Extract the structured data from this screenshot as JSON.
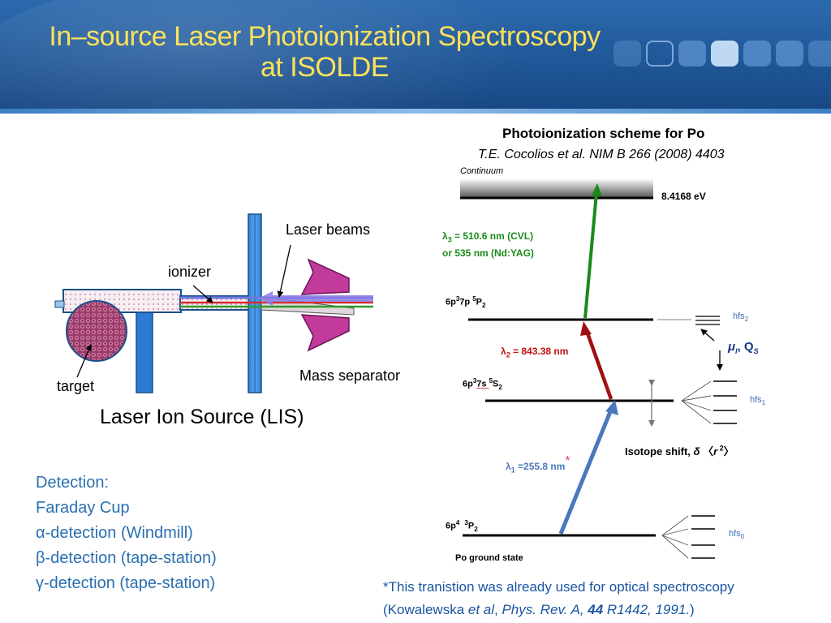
{
  "slide": {
    "title_line1": "In–source Laser Photoionization Spectroscopy",
    "title_line2": "at ISOLDE"
  },
  "lis_diagram": {
    "label_laser_beams": "Laser beams",
    "label_ionizer": "ionizer",
    "label_target": "target",
    "label_mass_separator": "Mass separator",
    "caption": "Laser Ion Source (LIS)"
  },
  "scheme": {
    "heading": "Photoionization scheme for Po",
    "reference": "T.E. Cocolios et al.  NIM  B 266 (2008) 4403",
    "continuum": "Continuum",
    "ionization_energy": "8.4168 eV",
    "lambda3_line1_rest": " = 510.6 nm (CVL)",
    "lambda3_line2": "or 535 nm (Nd:YAG)",
    "lambda2_rest": " = 843.38 nm",
    "lambda1_rest": " =255.8 nm",
    "asterisk": "*",
    "level_upper_config": "6p",
    "level_upper_exp": "3",
    "level_upper_rest": "7p ",
    "level_upper_term_sup": "5",
    "level_upper_term": "P",
    "level_upper_sub": "2",
    "level_mid_config": "6p",
    "level_mid_exp": "3",
    "level_mid_rest": "7s ",
    "level_mid_term_sup": "5",
    "level_mid_term": "S",
    "level_mid_sub": "2",
    "level_ground_config": "6p",
    "level_ground_exp": "4",
    "level_ground_term_sup": "3",
    "level_ground_term": "P",
    "level_ground_sub": "2",
    "ground_state_label": "Po ground state",
    "hfs": "hfs",
    "hfs2_sub": "2",
    "hfs1_sub": "1",
    "hfs0_sub": "0",
    "mu": "μ",
    "mu_sub": "I",
    "comma_q": ", Q",
    "q_sub": "S",
    "isotope_shift": "Isotope shift, ",
    "delta": "δ",
    "r2_open": " 〈",
    "r": "r",
    "r2_sup": " 2",
    "r2_close": "〉",
    "colors": {
      "lambda3": "#1a8a1a",
      "lambda2": "#c01010",
      "lambda1": "#5588cc"
    }
  },
  "detection": {
    "title": "Detection:",
    "items": [
      "Faraday Cup",
      "α-detection (Windmill)",
      "β-detection (tape-station)",
      "γ-detection (tape-station)"
    ]
  },
  "footnote": {
    "line1": "*This tranistion was already used for optical spectroscopy",
    "line2_open": "(Kowalewska ",
    "line2_etal": "et al",
    "line2_comma": ", ",
    "line2_journal": "Phys. Rev. A, ",
    "line2_vol": "44",
    "line2_page": " R1442, 1991.",
    "line2_close": ")"
  }
}
